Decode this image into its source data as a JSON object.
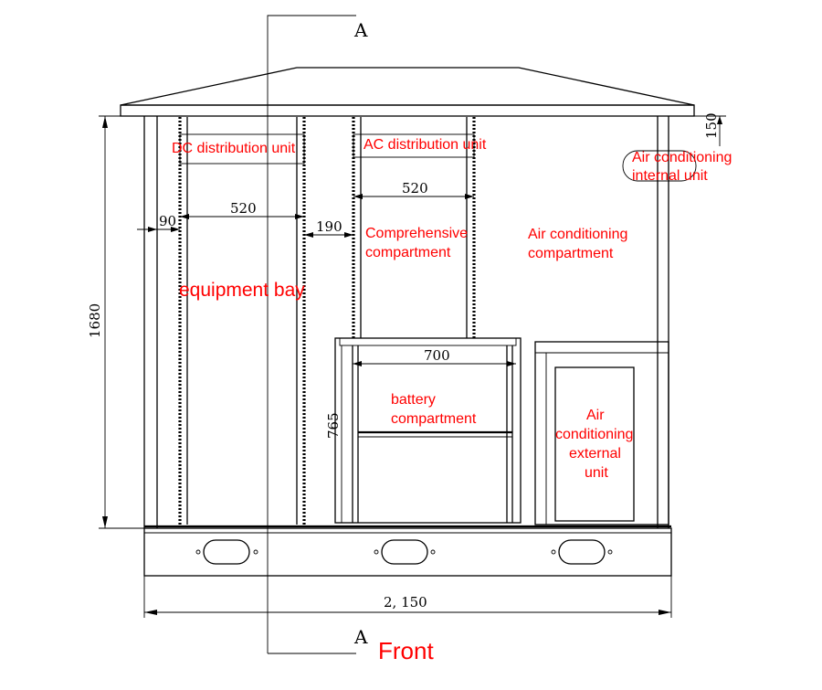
{
  "colors": {
    "line": "#000000",
    "label": "#ff0000",
    "background": "#ffffff"
  },
  "section": {
    "top": "A",
    "bottom": "A"
  },
  "labels": {
    "dc_unit": "DC distribution unit",
    "ac_unit": "AC distribution unit",
    "ac_internal_l1": "Air conditioning",
    "ac_internal_l2": "internal unit",
    "comprehensive_l1": "Comprehensive",
    "comprehensive_l2": "compartment",
    "ac_comp_l1": "Air conditioning",
    "ac_comp_l2": "compartment",
    "equipment_bay": "equipment bay",
    "battery_l1": "battery",
    "battery_l2": "compartment",
    "ac_external_l1": "Air",
    "ac_external_l2": "conditioning",
    "ac_external_l3": "external",
    "ac_external_l4": "unit",
    "front": "Front"
  },
  "dimensions": {
    "overall_height": "1680",
    "overall_width": "2, 150",
    "top_gap": "150",
    "rack_width_left": "520",
    "rack_width_middle": "520",
    "left_margin": "90",
    "rack_gap": "190",
    "battery_width": "700",
    "battery_height": "765"
  }
}
